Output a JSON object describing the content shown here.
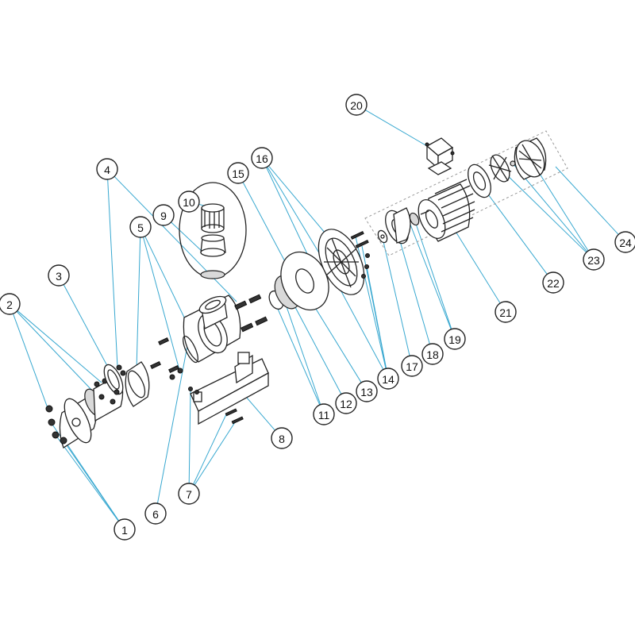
{
  "callouts": [
    {
      "num": "1"
    },
    {
      "num": "2"
    },
    {
      "num": "3"
    },
    {
      "num": "4"
    },
    {
      "num": "5"
    },
    {
      "num": "6"
    },
    {
      "num": "7"
    },
    {
      "num": "8"
    },
    {
      "num": "9"
    },
    {
      "num": "10"
    },
    {
      "num": "11"
    },
    {
      "num": "12"
    },
    {
      "num": "13"
    },
    {
      "num": "14"
    },
    {
      "num": "15"
    },
    {
      "num": "16"
    },
    {
      "num": "17"
    },
    {
      "num": "18"
    },
    {
      "num": "19"
    },
    {
      "num": "20"
    },
    {
      "num": "21"
    },
    {
      "num": "22"
    },
    {
      "num": "23"
    },
    {
      "num": "24"
    }
  ],
  "colors": {
    "leader": "#38a8d0",
    "outline": "#222222",
    "background": "#ffffff"
  }
}
